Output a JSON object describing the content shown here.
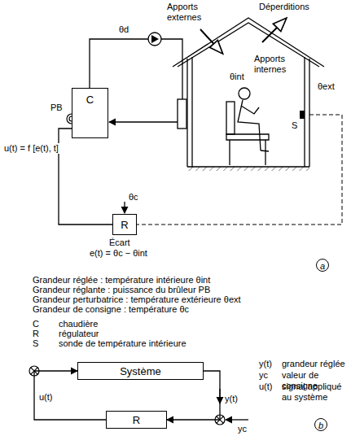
{
  "diagram": {
    "nodes": [
      {
        "text": [
          "C"
        ]
      },
      {
        "text": [
          "R"
        ]
      },
      {
        "text": [
          "Système"
        ]
      },
      {
        "text": [
          "R"
        ]
      }
    ],
    "edges": [
      {
        "from": 1,
        "to": 0,
        "arrow": "none"
      },
      {
        "from": 2,
        "to": 3,
        "label": "y(t)",
        "arrow": "to"
      },
      {
        "from": 3,
        "to": 2,
        "label": "u(t)",
        "arrow": "to"
      }
    ],
    "labels": [
      "Apports externes",
      "Déperditions",
      "Apports internes",
      "θint",
      "θext",
      "θd",
      "S",
      "PB",
      "u(t) = f [e(t), t]",
      "θc",
      "Écart",
      "e(t) = θc − θint",
      "a",
      "Grandeur réglée : température intérieure θint",
      "Grandeur réglante : puissance du brûleur PB",
      "Grandeur perturbatrice : température extérieure θext",
      "Grandeur de consigne : température θc",
      "C",
      "chaudière",
      "R",
      "régulateur",
      "S",
      "sonde de température intérieure",
      "yc",
      "b",
      "y(t)",
      "grandeur réglée",
      "yc",
      "valeur de consigne",
      "u(t)",
      "signal appliqué au système"
    ]
  }
}
